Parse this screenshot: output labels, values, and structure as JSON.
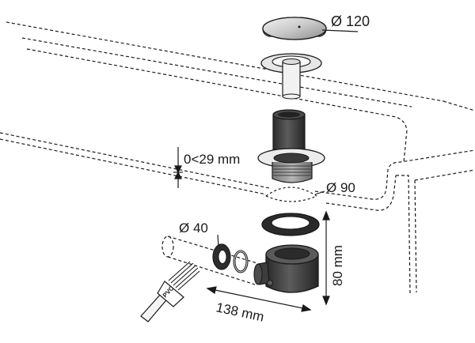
{
  "labels": {
    "cover_diameter": "Ø 120",
    "height_range": "0<29 mm",
    "hole_diameter": "Ø 90",
    "pipe_diameter": "Ø 40",
    "trap_height": "80 mm",
    "trap_length": "138 mm",
    "brush_text": "PVC"
  },
  "colors": {
    "line": "#1a1a1a",
    "dark_part": "#3a3a3a",
    "mid_part": "#6e6e6e",
    "light_part": "#cfcfcf"
  }
}
